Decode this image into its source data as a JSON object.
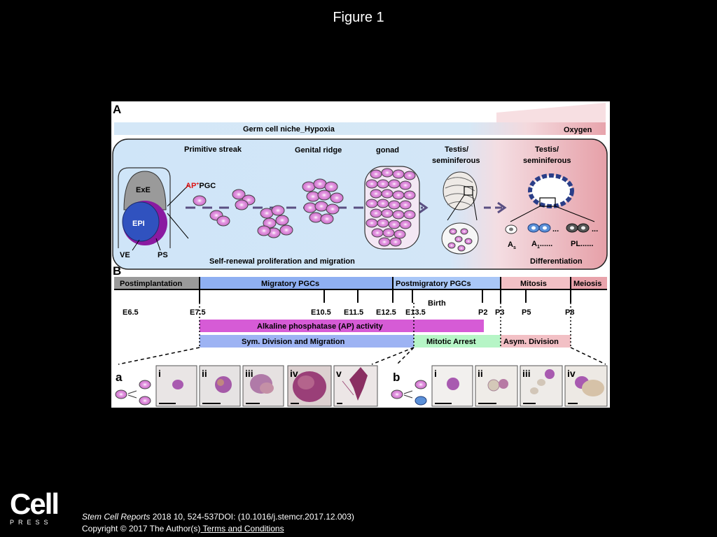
{
  "slide": {
    "title": "Figure 1"
  },
  "figure": {
    "panelA": {
      "label": "A",
      "banner_left": "Germ cell niche_Hypoxia",
      "banner_right": "Oxygen",
      "stage_labels": [
        "Primitive streak",
        "Genital ridge",
        "gonad",
        "Testis/",
        "seminiferous",
        "Testis/",
        "seminiferous"
      ],
      "embryo_labels": {
        "exe": "ExE",
        "epi": "EPI",
        "ve": "VE",
        "ps": "PS"
      },
      "ap_pgc": {
        "ap": "AP",
        "sup": "+",
        "pgc": "PGC"
      },
      "bottom_left": "Self-renewal proliferation and migration",
      "bottom_right": "Differentiation",
      "spermatogonia": {
        "as_main": "A",
        "as_sub": "s",
        "a1_main": "A",
        "a1_sub": "1",
        "a1_tail": "......",
        "pl": "PL......",
        "dots1": "...",
        "dots2": "..."
      }
    },
    "panelB": {
      "label": "B",
      "phases": [
        "Postimplantation",
        "Migratory PGCs",
        "Postmigratory PGCs",
        "Mitosis",
        "Meiosis"
      ],
      "timepoints": [
        "E6.5",
        "E7.5",
        "E10.5",
        "E11.5",
        "E12.5",
        "E13.5",
        "Birth",
        "P2",
        "P3",
        "P5",
        "P8"
      ],
      "bars": [
        "Alkaline phosphatase (AP) activity",
        "Sym. Division and Migration",
        "Mitotic Arrest",
        "Asym. Division"
      ],
      "sub_a": {
        "label": "a",
        "images": [
          "i",
          "ii",
          "iii",
          "iv",
          "v"
        ]
      },
      "sub_b": {
        "label": "b",
        "images": [
          "i",
          "ii",
          "iii",
          "iv"
        ]
      }
    }
  },
  "citation": {
    "journal": "Stem Cell Reports",
    "details": " 2018 10, 524-537DOI: (10.1016/j.stemcr.2017.12.003)",
    "copyright": "Copyright © 2017 The Author(s)",
    "terms": " Terms and Conditions"
  },
  "logo": {
    "name": "Cell",
    "press": "PRESS"
  },
  "colors": {
    "hypoxia_blue": "#cfe5f7",
    "oxygen_pink": "#e8a3ab",
    "pgc_fill": "#d77ad4",
    "migratory_blue": "#8fb0f2",
    "ap_magenta": "#d65bd6",
    "arrest_green": "#b6f5c6",
    "mitosis_pink": "#f2c0c5"
  }
}
